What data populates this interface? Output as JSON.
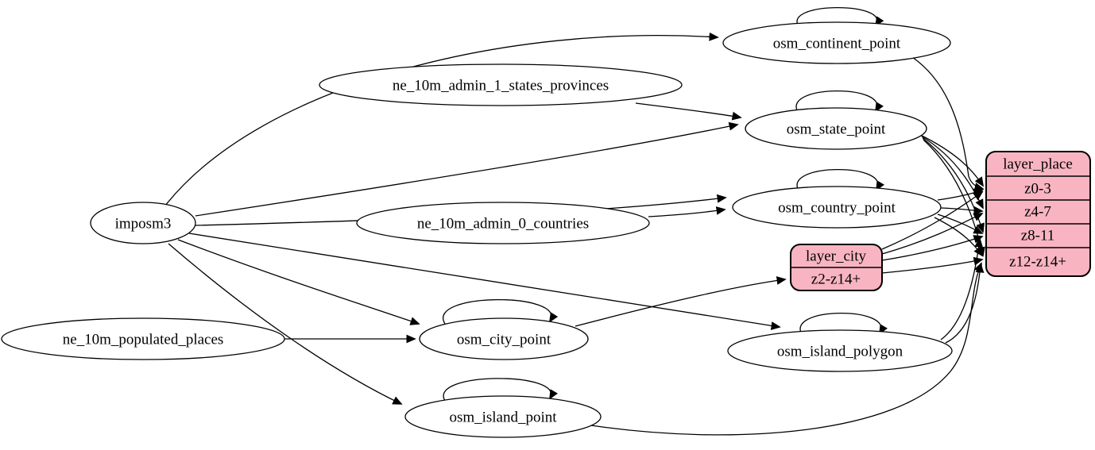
{
  "diagram": {
    "type": "graphviz-dependency-diagram",
    "background": "#ffffff",
    "table_fill": "#f8b5c1",
    "node_fill": "#ffffff",
    "stroke_color": "#000000"
  },
  "nodes": {
    "imposm3": {
      "label": "imposm3"
    },
    "ne_10m_admin_1_states_provinces": {
      "label": "ne_10m_admin_1_states_provinces"
    },
    "ne_10m_admin_0_countries": {
      "label": "ne_10m_admin_0_countries"
    },
    "ne_10m_populated_places": {
      "label": "ne_10m_populated_places"
    },
    "osm_continent_point": {
      "label": "osm_continent_point"
    },
    "osm_state_point": {
      "label": "osm_state_point"
    },
    "osm_country_point": {
      "label": "osm_country_point"
    },
    "osm_city_point": {
      "label": "osm_city_point"
    },
    "osm_island_polygon": {
      "label": "osm_island_polygon"
    },
    "osm_island_point": {
      "label": "osm_island_point"
    }
  },
  "tables": {
    "layer_city": {
      "title": "layer_city",
      "rows": [
        "z2-z14+"
      ]
    },
    "layer_place": {
      "title": "layer_place",
      "rows": [
        "z0-3",
        "z4-7",
        "z8-11",
        "z12-z14+"
      ]
    }
  },
  "edges": [
    {
      "from": "imposm3",
      "to": "osm_continent_point"
    },
    {
      "from": "imposm3",
      "to": "osm_state_point"
    },
    {
      "from": "imposm3",
      "to": "osm_country_point"
    },
    {
      "from": "imposm3",
      "to": "osm_city_point"
    },
    {
      "from": "imposm3",
      "to": "osm_island_polygon"
    },
    {
      "from": "imposm3",
      "to": "osm_island_point"
    },
    {
      "from": "ne_10m_admin_1_states_provinces",
      "to": "osm_state_point"
    },
    {
      "from": "ne_10m_admin_0_countries",
      "to": "osm_country_point"
    },
    {
      "from": "ne_10m_populated_places",
      "to": "osm_city_point"
    },
    {
      "from": "osm_continent_point",
      "to": "osm_continent_point"
    },
    {
      "from": "osm_state_point",
      "to": "osm_state_point"
    },
    {
      "from": "osm_country_point",
      "to": "osm_country_point"
    },
    {
      "from": "osm_city_point",
      "to": "osm_city_point"
    },
    {
      "from": "osm_island_polygon",
      "to": "osm_island_polygon"
    },
    {
      "from": "osm_island_point",
      "to": "osm_island_point"
    },
    {
      "from": "osm_city_point",
      "to": "layer_city.z2-z14+"
    },
    {
      "from": "osm_continent_point",
      "to": "layer_place.z0-3"
    },
    {
      "from": "osm_state_point",
      "to": "layer_place.z0-3"
    },
    {
      "from": "osm_state_point",
      "to": "layer_place.z4-7"
    },
    {
      "from": "osm_state_point",
      "to": "layer_place.z8-11"
    },
    {
      "from": "osm_state_point",
      "to": "layer_place.z12-z14+"
    },
    {
      "from": "osm_country_point",
      "to": "layer_place.z0-3"
    },
    {
      "from": "osm_country_point",
      "to": "layer_place.z4-7"
    },
    {
      "from": "osm_country_point",
      "to": "layer_place.z8-11"
    },
    {
      "from": "osm_country_point",
      "to": "layer_place.z12-z14+"
    },
    {
      "from": "layer_city",
      "to": "layer_place.z0-3"
    },
    {
      "from": "layer_city",
      "to": "layer_place.z4-7"
    },
    {
      "from": "layer_city",
      "to": "layer_place.z8-11"
    },
    {
      "from": "layer_city",
      "to": "layer_place.z12-z14+"
    },
    {
      "from": "osm_island_polygon",
      "to": "layer_place.z8-11"
    },
    {
      "from": "osm_island_polygon",
      "to": "layer_place.z12-z14+"
    },
    {
      "from": "osm_island_point",
      "to": "layer_place.z12-z14+"
    }
  ]
}
